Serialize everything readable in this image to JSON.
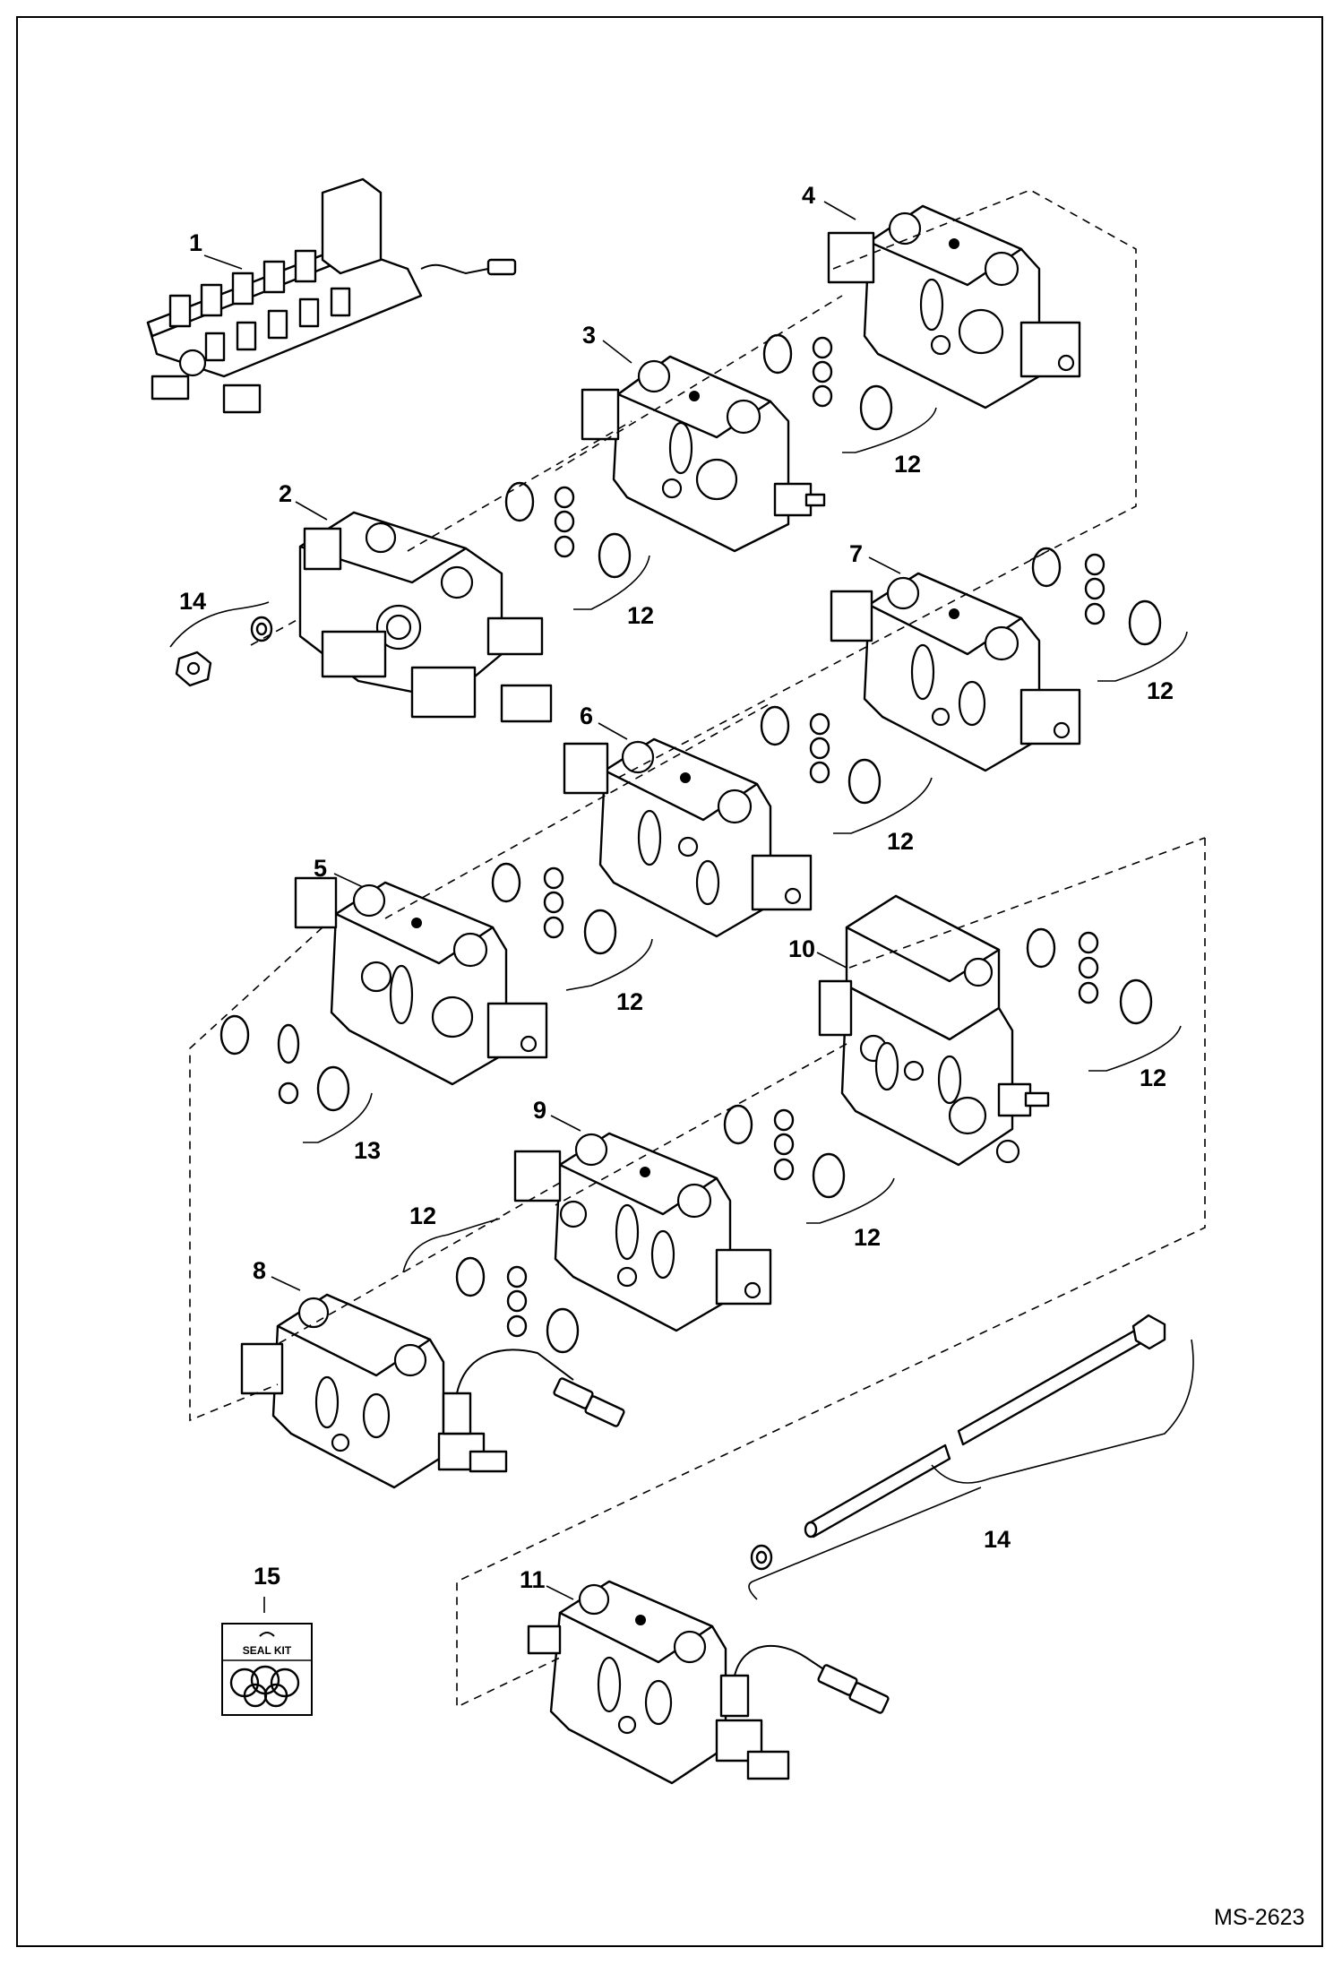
{
  "diagram": {
    "drawing_number": "MS-2623",
    "callouts": {
      "c1": "1",
      "c2": "2",
      "c3": "3",
      "c4": "4",
      "c5": "5",
      "c6": "6",
      "c7": "7",
      "c8": "8",
      "c9": "9",
      "c10": "10",
      "c11": "11",
      "c12a": "12",
      "c12b": "12",
      "c12c": "12",
      "c12d": "12",
      "c12e": "12",
      "c12f": "12",
      "c12g": "12",
      "c12h": "12",
      "c13": "13",
      "c14a": "14",
      "c14b": "14",
      "c15": "15"
    },
    "seal_kit_label": "SEAL KIT"
  }
}
